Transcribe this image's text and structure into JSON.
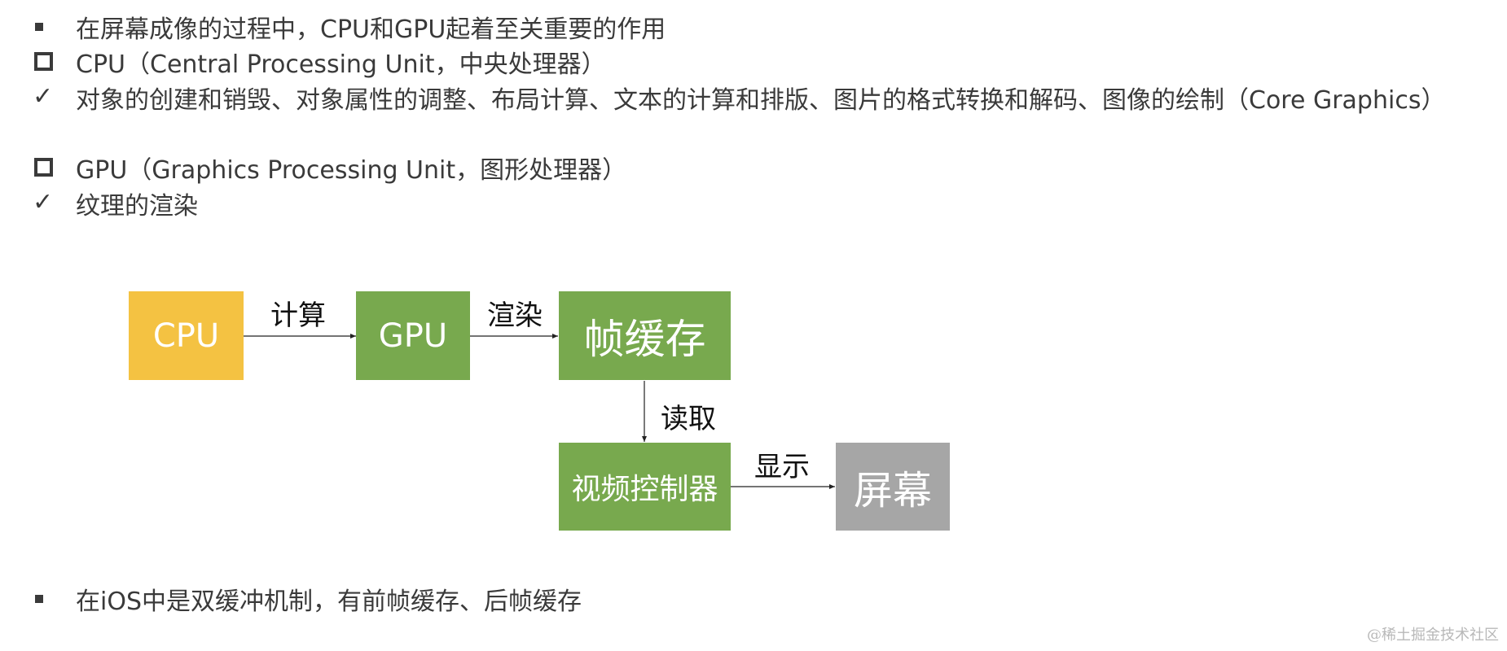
{
  "bullets": [
    {
      "marker": "small-square",
      "text": "在屏幕成像的过程中，CPU和GPU起着至关重要的作用"
    },
    {
      "marker": "hollow-square",
      "text": "CPU（Central Processing Unit，中央处理器）"
    },
    {
      "marker": "check",
      "text": "对象的创建和销毁、对象属性的调整、布局计算、文本的计算和排版、图片的格式转换和解码、图像的绘制（Core Graphics）"
    },
    {
      "marker": "hollow-square",
      "text": "GPU（Graphics Processing Unit，图形处理器）"
    },
    {
      "marker": "check",
      "text": "纹理的渲染"
    },
    {
      "marker": "small-square",
      "text": "在iOS中是双缓冲机制，有前帧缓存、后帧缓存"
    }
  ],
  "diagram": {
    "nodes": {
      "cpu": "CPU",
      "gpu": "GPU",
      "framebuffer": "帧缓存",
      "video_controller": "视频控制器",
      "screen": "屏幕"
    },
    "edges": {
      "cpu_to_gpu": "计算",
      "gpu_to_framebuffer": "渲染",
      "framebuffer_to_controller": "读取",
      "controller_to_screen": "显示"
    }
  },
  "colors": {
    "cpu": "#F4C242",
    "green": "#78A94E",
    "screen": "#A6A6A6",
    "text": "#3A3A3A"
  },
  "watermark": "@稀土掘金技术社区",
  "check_glyph": "✓"
}
